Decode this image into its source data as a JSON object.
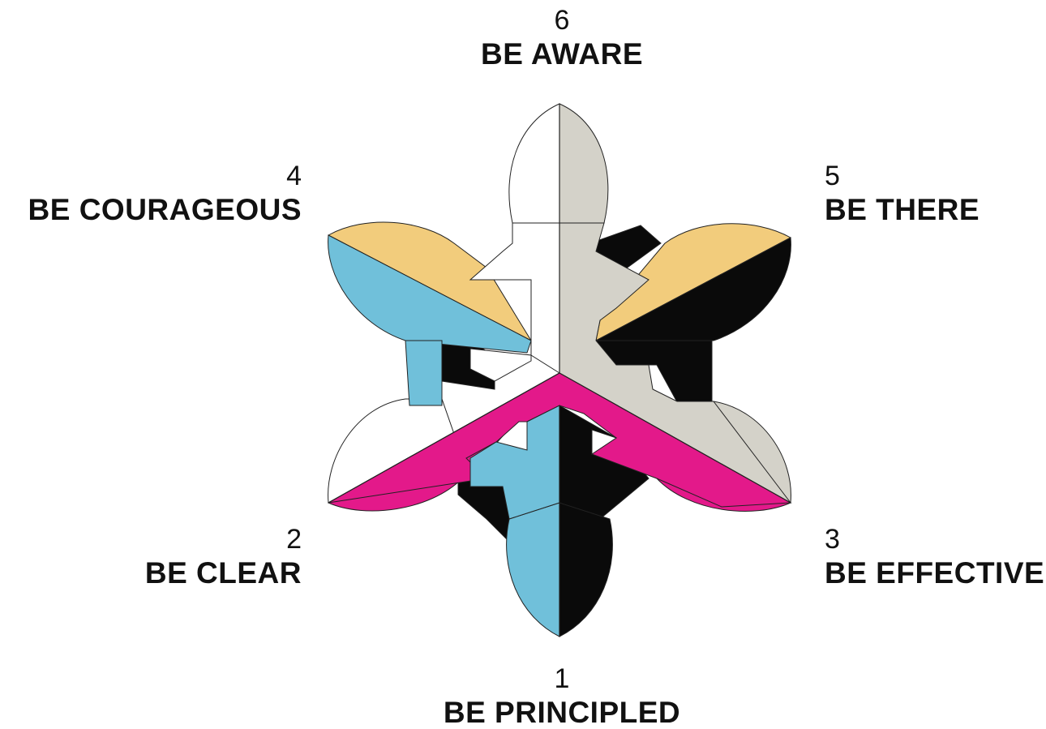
{
  "labels": {
    "l1": {
      "number": "1",
      "name": "BE PRINCIPLED"
    },
    "l2": {
      "number": "2",
      "name": "BE CLEAR"
    },
    "l3": {
      "number": "3",
      "name": "BE EFFECTIVE"
    },
    "l4": {
      "number": "4",
      "name": "BE COURAGEOUS"
    },
    "l5": {
      "number": "5",
      "name": "BE THERE"
    },
    "l6": {
      "number": "6",
      "name": "BE AWARE"
    }
  },
  "colors": {
    "yellow": "#f2cc7c",
    "blue": "#70c0da",
    "magenta": "#e3198a",
    "grey": "#d4d2c9",
    "black": "#0a0a0a",
    "white": "#ffffff"
  }
}
